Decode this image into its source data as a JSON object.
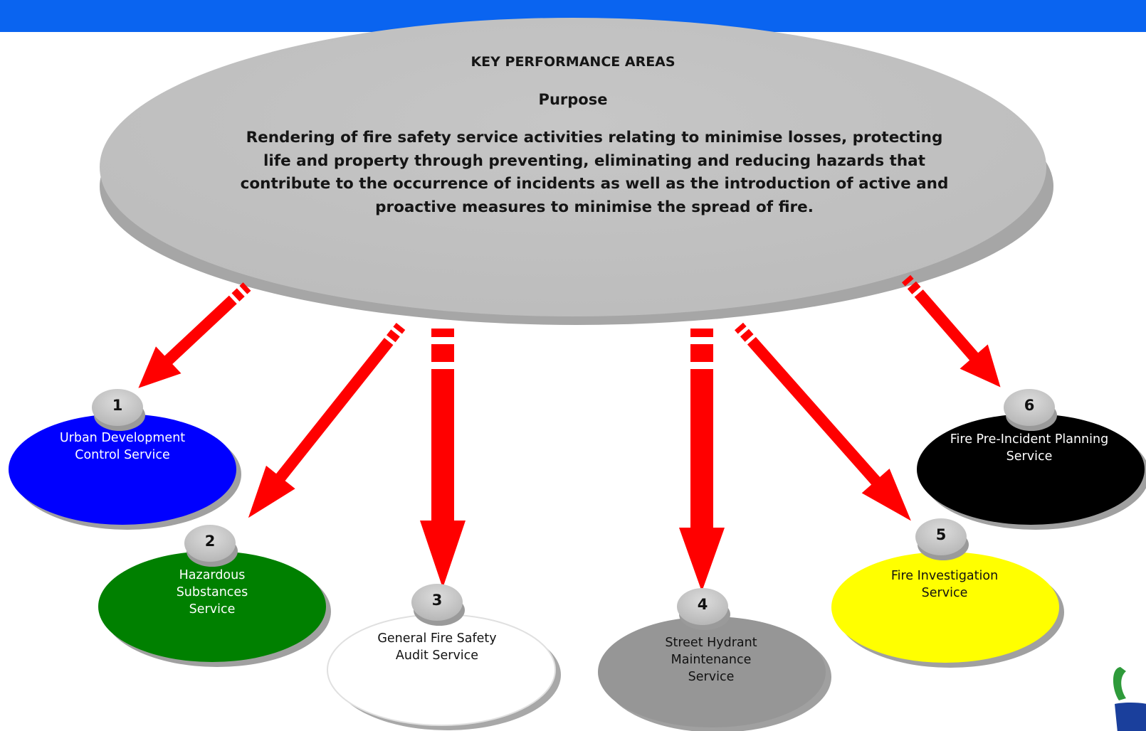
{
  "main": {
    "title": "KEY PERFORMANCE AREAS",
    "subtitle": "Purpose",
    "body": "Rendering of fire safety service activities relating to  minimise losses, protecting life and property through preventing, eliminating and reducing hazards that contribute to the occurrence of incidents as well as the introduction of active and proactive measures to minimise the spread of fire."
  },
  "services": [
    {
      "number": "1",
      "label": "Urban Development Control Service",
      "color": "#0000ff",
      "text_color": "#ffffff"
    },
    {
      "number": "2",
      "label": "Hazardous Substances Service",
      "color": "#008000",
      "text_color": "#ffffff"
    },
    {
      "number": "3",
      "label": "General Fire Safety Audit Service",
      "color": "#ffffff",
      "text_color": "#111111"
    },
    {
      "number": "4",
      "label": "Street Hydrant Maintenance Service",
      "color": "#969696",
      "text_color": "#111111"
    },
    {
      "number": "5",
      "label": "Fire Investigation Service",
      "color": "#ffff00",
      "text_color": "#111111"
    },
    {
      "number": "6",
      "label": "Fire Pre-Incident Planning Service",
      "color": "#000000",
      "text_color": "#ffffff"
    }
  ],
  "colors": {
    "header_bar": "#0a64f0",
    "main_ellipse": "#c0c0c0",
    "arrow": "#ff0000",
    "badge": "#c8c8c8"
  }
}
